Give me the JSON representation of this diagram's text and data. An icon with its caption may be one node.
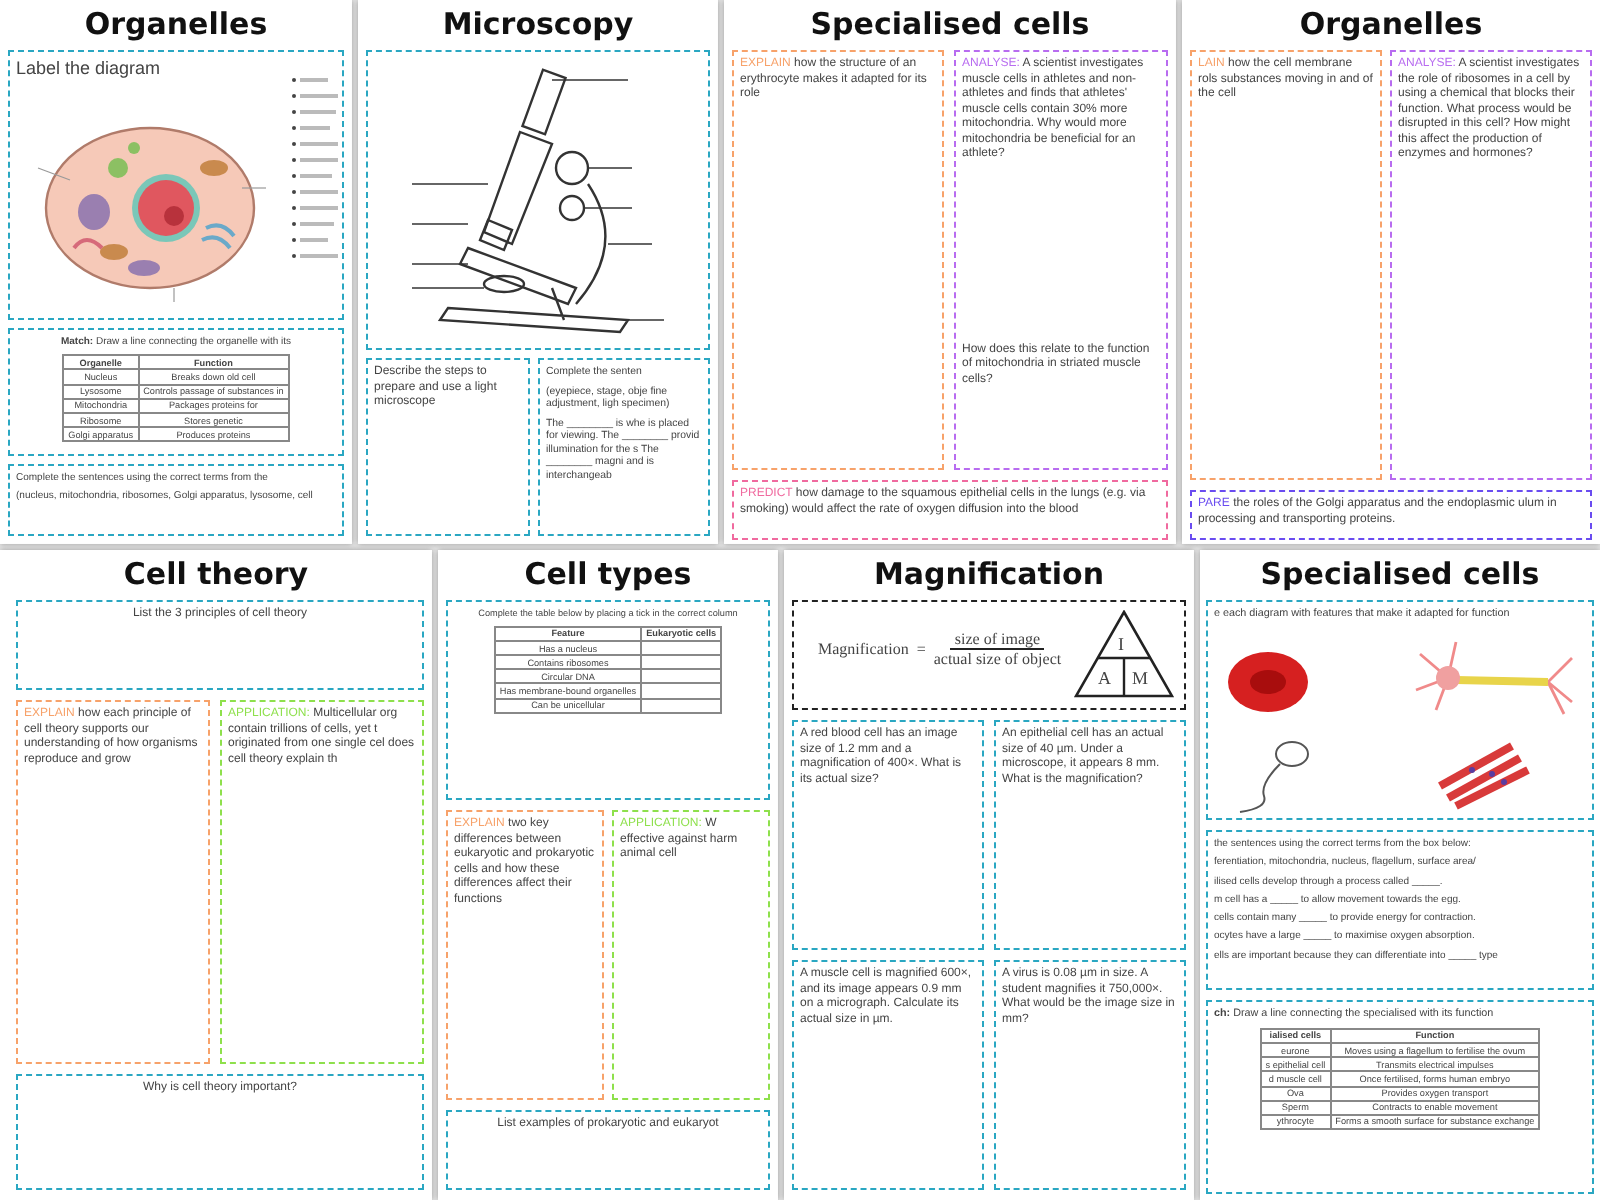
{
  "diagram": {
    "nodes": [
      {
        "text": [
          "Organelles"
        ]
      },
      {
        "text": [
          "Label the diagram"
        ],
        "in": 0
      },
      {
        "text": [
          "**Match:** Draw a line connecting the organelle with its"
        ],
        "in": 0
      },
      {
        "text": [
          "Complete the sentences using the correct terms from the",
          "(nucleus, mitochondria, ribosomes, Golgi apparatus, lysosome, cell"
        ],
        "in": 0
      },
      {
        "text": [
          "Microscopy"
        ]
      },
      {
        "text": [],
        "shape": "box",
        "in": 4
      },
      {
        "text": [
          "Describe the steps to prepare and use a light microscope"
        ],
        "in": 4
      },
      {
        "text": [
          "Complete the senten",
          "(eyepiece, stage, obje fine adjustment, ligh specimen)",
          "The ________ is whe is placed for viewing. The ________ provid illumination for the s The ________ magni and is interchangeab"
        ],
        "in": 4
      },
      {
        "text": [
          "Specialised cells"
        ]
      },
      {
        "text": [
          "EXPLAIN how the structure of an erythrocyte makes it adapted for its role"
        ],
        "in": 8
      },
      {
        "text": [
          "ANALYSE: A scientist investigates muscle cells in athletes and non-athletes and finds that athletes' muscle cells contain 30% more mitochondria. Why would more mitochondria be beneficial for an athlete?",
          "How does this relate to the function of mitochondria in striated muscle cells?"
        ],
        "in": 8
      },
      {
        "text": [
          "PREDICT how damage to the squamous epithelial cells in the lungs (e.g. via smoking) would affect the rate of oxygen diffusion into the blood"
        ],
        "in": 8
      },
      {
        "text": [
          "Organelles"
        ]
      },
      {
        "text": [
          "LAIN how the cell membrane rols substances moving in and of the cell"
        ],
        "in": 12
      },
      {
        "text": [
          "ANALYSE: A scientist investigates the role of ribosomes in a cell by using a chemical that blocks their function. What process would be disrupted in this cell? How might this affect the production of enzymes and hormones?"
        ],
        "in": 12
      },
      {
        "text": [
          "PARE the roles of the Golgi apparatus and the endoplasmic ulum in processing and transporting proteins."
        ],
        "in": 12
      },
      {
        "text": [
          "Cell theory"
        ]
      },
      {
        "text": [
          "List the 3 principles of cell theory"
        ],
        "in": 16
      },
      {
        "text": [
          "EXPLAIN how each principle of cell theory supports our understanding of how organisms reproduce and grow"
        ],
        "in": 16
      },
      {
        "text": [
          "APPLICATION: Multicellular org contain trillions of cells, yet t originated from one single cel does cell theory explain th"
        ],
        "in": 16
      },
      {
        "text": [
          "Why is cell theory important?"
        ],
        "in": 16
      },
      {
        "text": [
          "Cell types"
        ]
      },
      {
        "text": [
          "Complete the table below by placing a tick in the correct column"
        ],
        "in": 21
      },
      {
        "text": [
          "EXPLAIN two key differences between eukaryotic and prokaryotic cells and how these differences affect their functions"
        ],
        "in": 21
      },
      {
        "text": [
          "APPLICATION: W effective against harm animal cell"
        ],
        "in": 21
      },
      {
        "text": [
          "List examples of prokaryotic and eukaryot"
        ],
        "in": 21
      },
      {
        "text": [
          "Magnification"
        ]
      },
      {
        "text": [
          "Magnification",
          "=",
          "size of image",
          "actual size of object"
        ],
        "in": 26
      },
      {
        "text": [
          "I",
          "A",
          "M"
        ],
        "in": 27
      },
      {
        "text": [
          "A red blood cell has an image size of 1.2 mm and a magnification of 400×. What is its actual size?"
        ],
        "in": 26
      },
      {
        "text": [
          "An epithelial cell has an actual size of 40 µm. Under a microscope, it appears 8 mm. What is the magnification?"
        ],
        "in": 26
      },
      {
        "text": [
          "A muscle cell is magnified 600×, and its image appears 0.9 mm on a micrograph. Calculate its actual size in µm."
        ],
        "in": 26
      },
      {
        "text": [
          "A virus is 0.08 µm in size. A student magnifies it 750,000×. What would be the image size in mm?"
        ],
        "in": 26
      },
      {
        "text": [
          "Specialised cells"
        ]
      },
      {
        "text": [
          "e each diagram with features that make it adapted for function"
        ],
        "in": 33
      },
      {
        "text": [
          "the sentences using the correct terms from the box below:",
          "ferentiation, mitochondria, nucleus, flagellum, surface area/",
          "ilised cells develop through a process called _____.",
          "m cell has a _____ to allow movement towards the egg.",
          "cells contain many _____ to provide energy for contraction.",
          "ocytes have a large _____ to maximise oxygen absorption.",
          "ells are important because they can differentiate into _____ type"
        ],
        "in": 33
      },
      {
        "text": [
          "**ch:** Draw a line connecting the specialised with its function"
        ],
        "in": 33
      }
    ],
    "labels": [
      "Organelle",
      "Function",
      "Nucleus",
      "Breaks down old cell",
      "Lysosome",
      "Controls passage of substances in",
      "Mitochondria",
      "Packages proteins for",
      "Ribosome",
      "Stores genetic",
      "Golgi apparatus",
      "Produces proteins",
      "Feature",
      "Eukaryotic cells",
      "Has a nucleus",
      "Contains ribosomes",
      "Circular DNA",
      "Has membrane-bound organelles",
      "Can be unicellular",
      "ialised cells",
      "Function",
      "eurone",
      "Moves using a flagellum to fertilise the ovum",
      "s epithelial cell",
      "Transmits electrical impulses",
      "d muscle cell",
      "Once fertilised, forms human embryo",
      "Ova",
      "Provides oxygen transport",
      "Sperm",
      "Contracts to enable movement",
      "ythrocyte",
      "Forms a smooth surface for substance exchange"
    ]
  }
}
